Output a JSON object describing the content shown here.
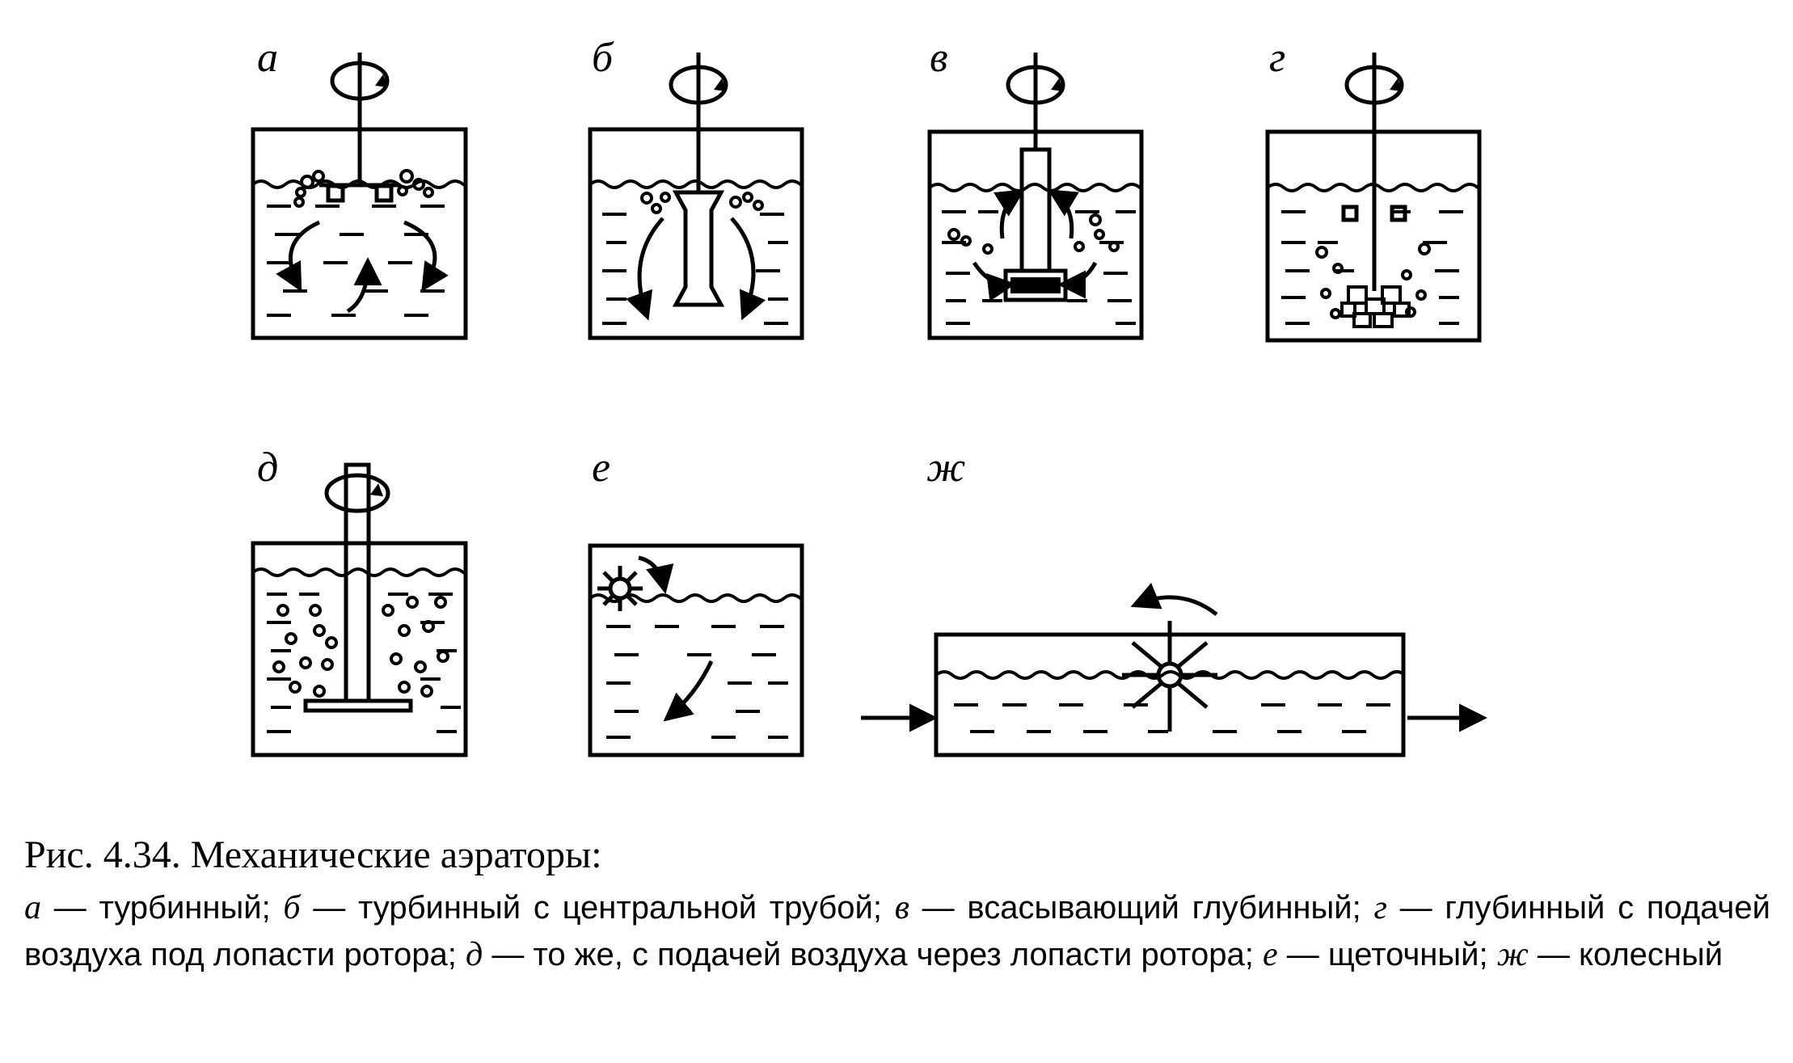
{
  "figure": {
    "panel_labels": [
      "а",
      "б",
      "в",
      "г",
      "д",
      "е",
      "ж"
    ]
  },
  "caption": {
    "title": "Рис. 4.34. Механические аэраторы:",
    "items": [
      {
        "key": "а",
        "sep": " — ",
        "text": "турбинный; "
      },
      {
        "key": "б",
        "sep": " — ",
        "text": "турбинный с центральной трубой; "
      },
      {
        "key": "в",
        "sep": " — ",
        "text": "всасывающий глубинный; "
      },
      {
        "key": "г",
        "sep": " — ",
        "text": "глубинный с подачей воздуха под лопасти ротора; "
      },
      {
        "key": "д",
        "sep": " — ",
        "text": "то же, с подачей воздуха через лопасти ротора; "
      },
      {
        "key": "е",
        "sep": " — ",
        "text": "щеточный; "
      },
      {
        "key": "ж",
        "sep": " — ",
        "text": "колесный"
      }
    ]
  }
}
